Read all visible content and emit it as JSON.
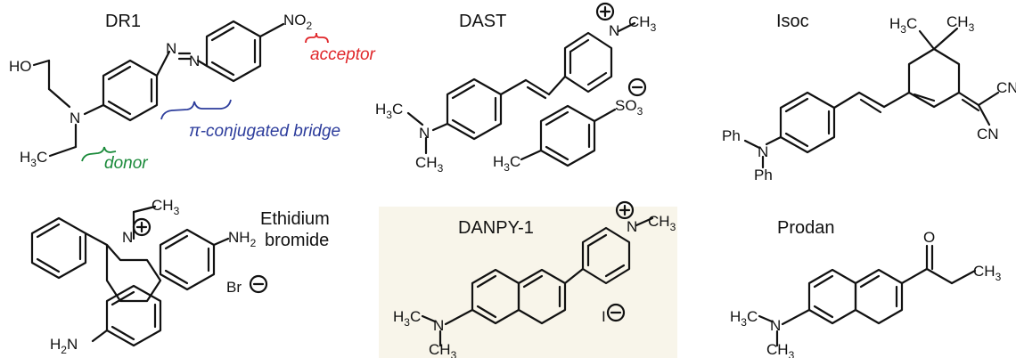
{
  "molecules": [
    {
      "name": "DR1"
    },
    {
      "name": "DAST"
    },
    {
      "name": "Isoc"
    },
    {
      "name": "Ethidium\nbromide"
    },
    {
      "name": "DANPY-1"
    },
    {
      "name": "Prodan"
    }
  ],
  "annotations": {
    "acceptor": "acceptor",
    "bridge": "π-conjugated bridge",
    "donor": "donor"
  },
  "colors": {
    "acceptor": "#e0272b",
    "bridge": "#2d3d9c",
    "donor": "#1a8a3a",
    "highlight": "#f8f5ea",
    "bond": "#111111"
  }
}
